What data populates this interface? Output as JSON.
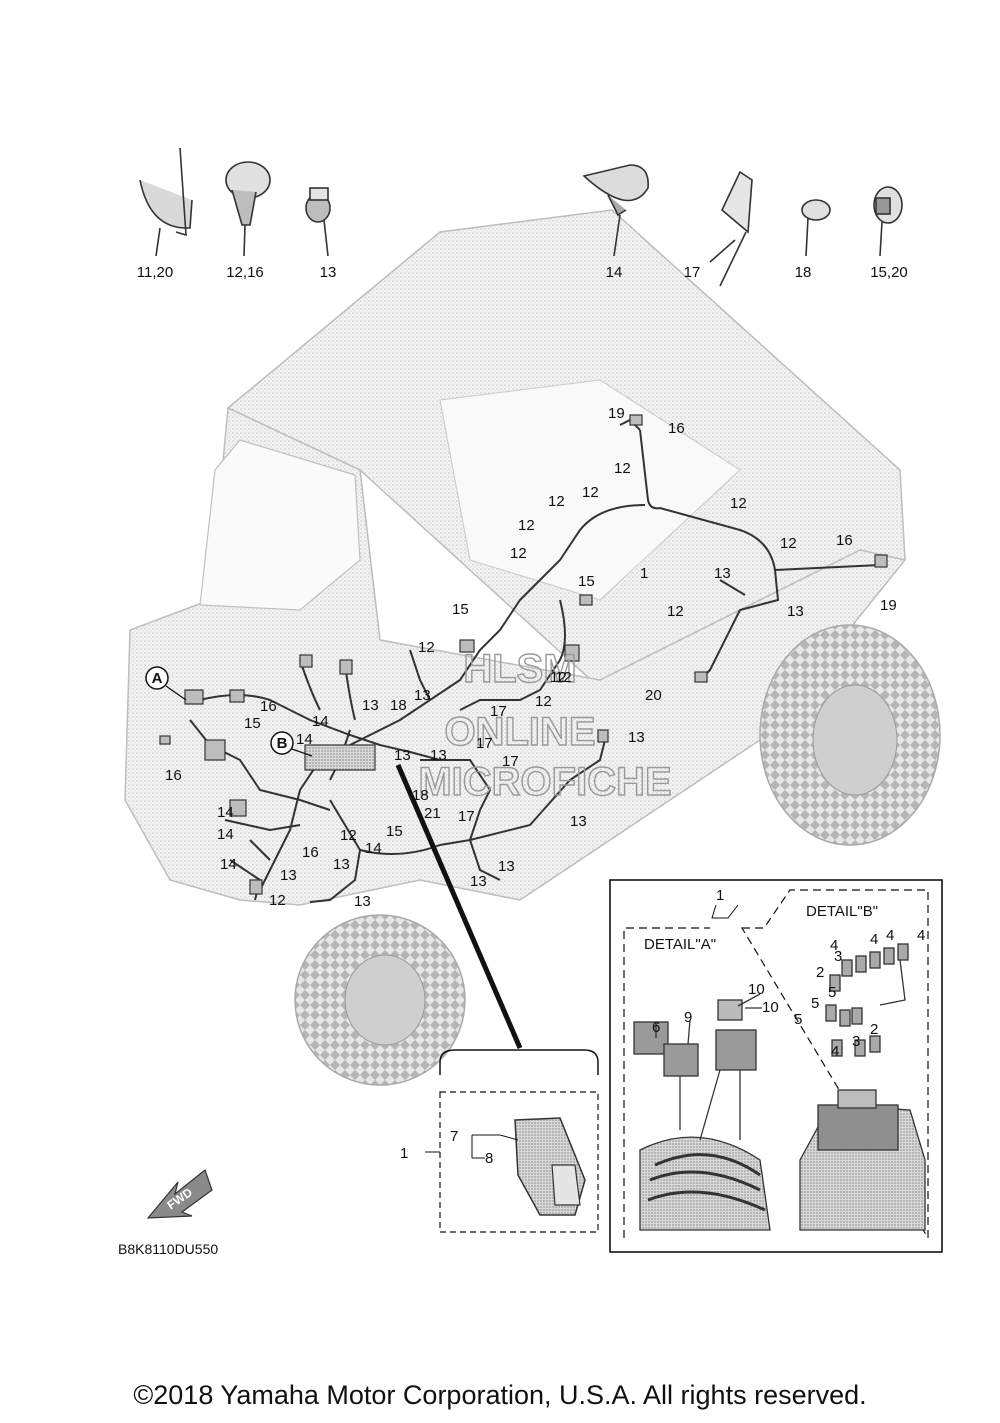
{
  "diagram_code": "B8K8110DU550",
  "copyright": "©2018 Yamaha Motor Corporation, U.S.A. All rights reserved.",
  "watermark": [
    "HLSM",
    "ONLINE",
    "MICROFICHE"
  ],
  "direction_arrow": "FWD",
  "details": {
    "a": "DETAIL\"A\"",
    "b": "DETAIL\"B\""
  },
  "detail_markers": {
    "a": "A",
    "b": "B"
  },
  "top_parts": [
    {
      "label": "11,20",
      "icon": "cable-tie-icon"
    },
    {
      "label": "12,16",
      "icon": "band-clamp-icon"
    },
    {
      "label": "13",
      "icon": "clip-icon"
    },
    {
      "label": "14",
      "icon": "cable-tie-icon"
    },
    {
      "label": "17",
      "icon": "cable-tie-icon"
    },
    {
      "label": "18",
      "icon": "band-clamp-icon"
    },
    {
      "label": "15,20",
      "icon": "band-clamp-icon"
    }
  ],
  "callouts": [
    "19",
    "16",
    "12",
    "12",
    "12",
    "12",
    "12",
    "12",
    "12",
    "1",
    "13",
    "12",
    "13",
    "16",
    "19",
    "20",
    "15",
    "15",
    "12",
    "12",
    "12",
    "13",
    "18",
    "13",
    "17",
    "12",
    "16",
    "15",
    "14",
    "14",
    "17",
    "17",
    "13",
    "16",
    "14",
    "14",
    "14",
    "12",
    "14",
    "15",
    "16",
    "13",
    "12",
    "13",
    "13",
    "13",
    "13",
    "13",
    "18",
    "21",
    "17",
    "13",
    "13"
  ],
  "detail_a_callouts": [
    "1",
    "6",
    "9",
    "10",
    "10"
  ],
  "detail_b_callouts": [
    "4",
    "4",
    "4",
    "4",
    "3",
    "2",
    "5",
    "5",
    "5",
    "4",
    "3",
    "2"
  ],
  "inset_callouts": [
    "1",
    "7",
    "8"
  ]
}
